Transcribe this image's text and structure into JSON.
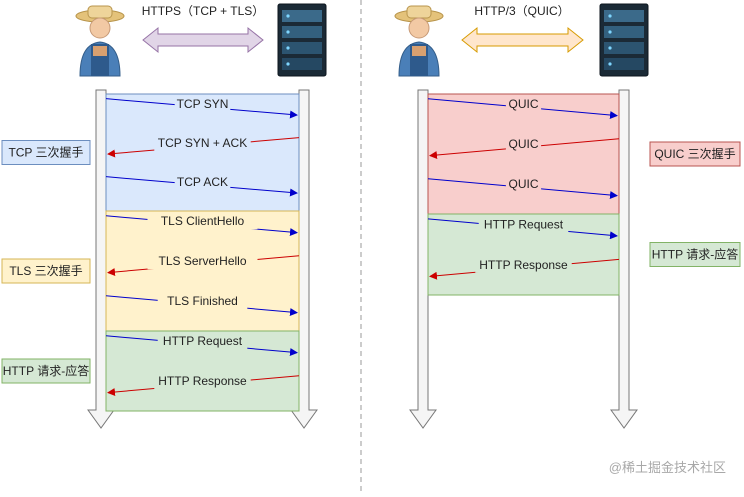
{
  "left": {
    "protocol_label": "HTTPS（TCP + TLS）",
    "arrow_color": "#e1d5e7",
    "arrow_stroke": "#9673a6",
    "phases": [
      {
        "label": "TCP 三次握手",
        "fill": "#dae8fc",
        "stroke": "#6c8ebf",
        "messages": [
          {
            "text": "TCP SYN",
            "dir": "right",
            "color": "#0000cc"
          },
          {
            "text": "TCP SYN + ACK",
            "dir": "left",
            "color": "#cc0000"
          },
          {
            "text": "TCP ACK",
            "dir": "right",
            "color": "#0000cc"
          }
        ]
      },
      {
        "label": "TLS 三次握手",
        "fill": "#fff2cc",
        "stroke": "#d6b656",
        "messages": [
          {
            "text": "TLS ClientHello",
            "dir": "right",
            "color": "#0000cc"
          },
          {
            "text": "TLS ServerHello",
            "dir": "left",
            "color": "#cc0000"
          },
          {
            "text": "TLS Finished",
            "dir": "right",
            "color": "#0000cc"
          }
        ]
      },
      {
        "label": "HTTP 请求-应答",
        "fill": "#d5e8d4",
        "stroke": "#82b366",
        "messages": [
          {
            "text": "HTTP Request",
            "dir": "right",
            "color": "#0000cc"
          },
          {
            "text": "HTTP Response",
            "dir": "left",
            "color": "#cc0000"
          }
        ]
      }
    ]
  },
  "right": {
    "protocol_label": "HTTP/3（QUIC）",
    "arrow_color": "#ffe6cc",
    "arrow_stroke": "#d79b00",
    "phases": [
      {
        "label": "QUIC 三次握手",
        "fill": "#f8cecc",
        "stroke": "#b85450",
        "messages": [
          {
            "text": "QUIC",
            "dir": "right",
            "color": "#0000cc"
          },
          {
            "text": "QUIC",
            "dir": "left",
            "color": "#cc0000"
          },
          {
            "text": "QUIC",
            "dir": "right",
            "color": "#0000cc"
          }
        ]
      },
      {
        "label": "HTTP 请求-应答",
        "fill": "#d5e8d4",
        "stroke": "#82b366",
        "messages": [
          {
            "text": "HTTP Request",
            "dir": "right",
            "color": "#0000cc"
          },
          {
            "text": "HTTP Response",
            "dir": "left",
            "color": "#cc0000"
          }
        ]
      }
    ]
  },
  "watermark": "@稀土掘金技术社区"
}
